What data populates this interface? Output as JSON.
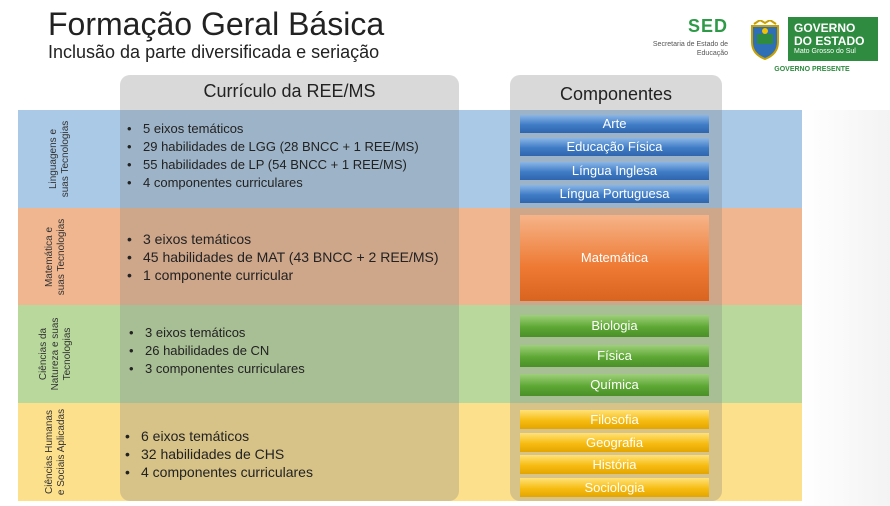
{
  "header": {
    "title": "Formação Geral Básica",
    "subtitle": "Inclusão da parte diversificada e seriação"
  },
  "logos": {
    "sed_word": "SED",
    "sed_sub": "Secretaria de Estado de Educação",
    "gov_line1": "GOVERNO",
    "gov_line2": "DO ESTADO",
    "gov_line3": "Mato Grosso do Sul",
    "gov_presente": "GOVERNO PRESENTE"
  },
  "columns": {
    "left_header": "Currículo da REE/MS",
    "right_header": "Componentes"
  },
  "areas": [
    {
      "label_line1": "Linguagens e",
      "label_line2": "suas Tecnologias",
      "bullets": [
        "5 eixos temáticos",
        "29 habilidades de LGG  (28 BNCC + 1 REE/MS)",
        "55 habilidades de LP  (54 BNCC + 1 REE/MS)",
        "4  componentes curriculares"
      ],
      "components": [
        "Arte",
        "Educação Física",
        "Língua Inglesa",
        "Língua Portuguesa"
      ]
    },
    {
      "label_line1": "Matemática e",
      "label_line2": "suas Tecnologias",
      "bullets": [
        "3 eixos temáticos",
        "45 habilidades de MAT (43 BNCC + 2 REE/MS)",
        "1 componente curricular"
      ],
      "components": [
        "Matemática"
      ]
    },
    {
      "label_line1": "Ciências da",
      "label_line2": "Natureza e suas",
      "label_line3": "Tecnologias",
      "bullets": [
        "3 eixos temáticos",
        "26 habilidades de CN",
        "3 componentes curriculares"
      ],
      "components": [
        "Biologia",
        "Física",
        "Química"
      ]
    },
    {
      "label_line1": "Ciências Humanas",
      "label_line2": "e Sociais Aplicadas",
      "bullets": [
        "6 eixos temáticos",
        "32 habilidades de CHS",
        "4 componentes curriculares"
      ],
      "components": [
        "Filosofia",
        "Geografia",
        "História",
        "Sociologia"
      ]
    }
  ],
  "colors": {
    "linguagens": "#a9c9e6",
    "matematica": "#efb68f",
    "natureza": "#b9d99c",
    "humanas": "#fde08c",
    "brand_green": "#2e8b3f"
  }
}
